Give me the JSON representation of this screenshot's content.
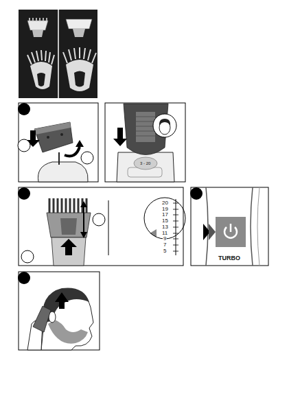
{
  "diagram": {
    "labels": [
      "3 - 20",
      "20",
      "19",
      "17",
      "15",
      "13",
      "11",
      "9",
      "7",
      "5",
      "TURBO"
    ]
  }
}
